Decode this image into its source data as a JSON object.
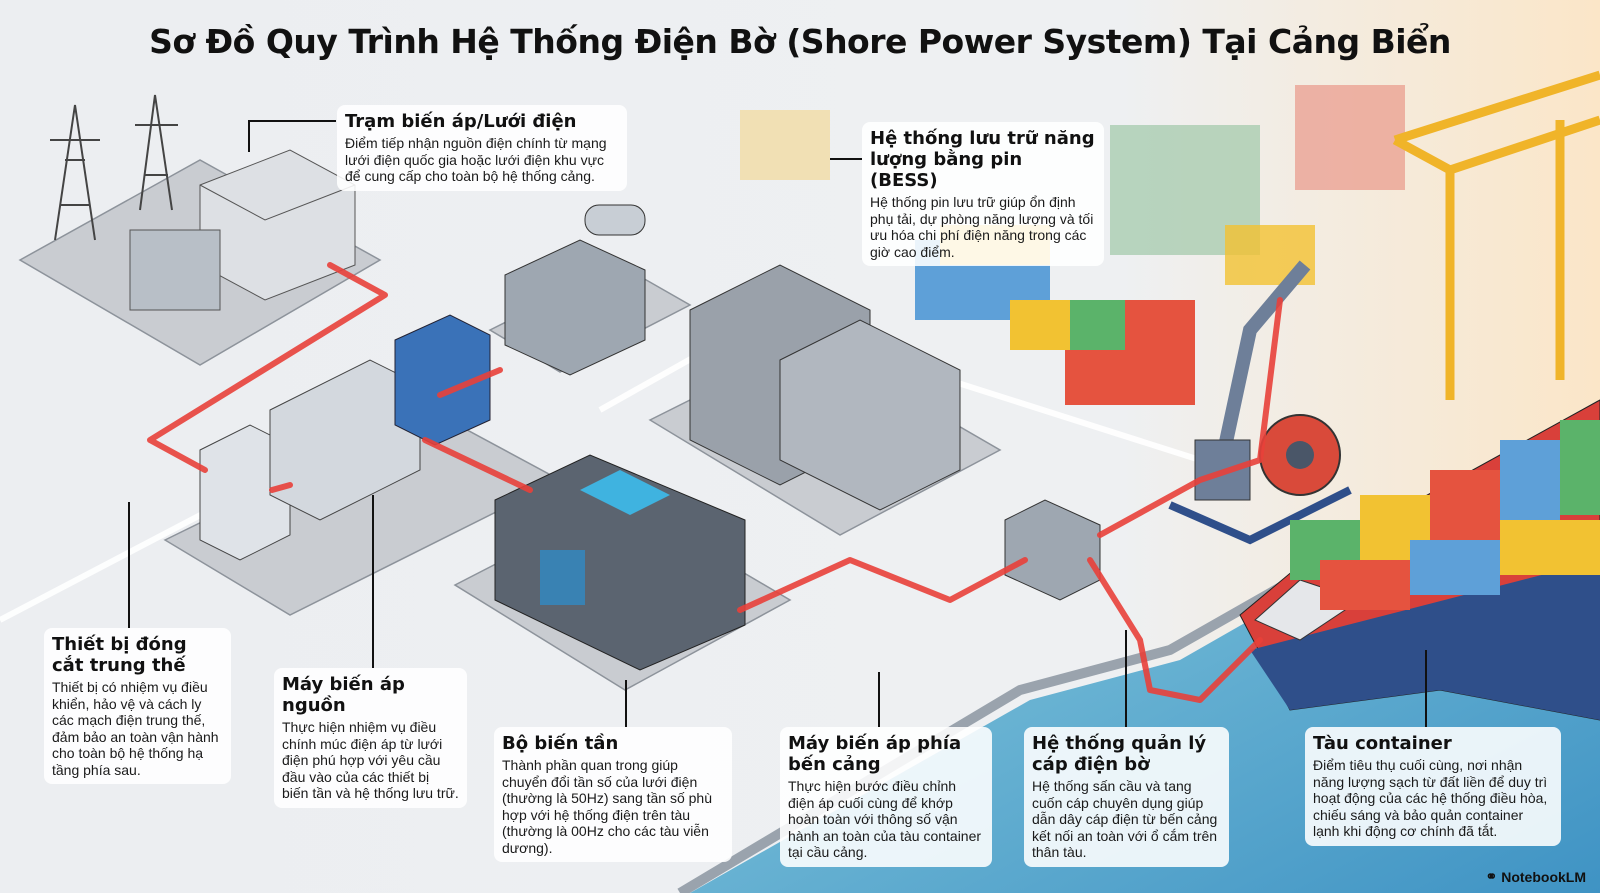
{
  "title": "Sơ Đồ Quy Trình Hệ Thống Điện Bờ (Shore Power System) Tại Cảng Biển",
  "components": {
    "substation": {
      "heading": "Trạm biến áp/Lưới điện",
      "text": "Điểm tiếp nhận nguồn điện chính từ mạng lưới điện quốc gia hoặc lưới điện khu vực để cung cấp cho toàn bộ hệ thống cảng."
    },
    "bess": {
      "heading": "Hệ thống lưu trữ năng lượng bằng pin (BESS)",
      "text": "Hệ thống pin lưu trữ giúp ổn định phụ tải, dự phòng năng lượng và tối ưu hóa chi phí điện năng trong các giờ cao điểm."
    },
    "switchgear": {
      "heading": "Thiết bị đóng cắt trung thế",
      "text": "Thiết bị có nhiệm vụ điều khiển, hảo vệ và cách ly các mạch điện trung thế, đảm bảo an toàn vận hành cho toàn bộ hệ thống hạ tầng phía sau."
    },
    "source_transformer": {
      "heading": "Máy biến áp nguồn",
      "text": "Thực hiện nhiệm vụ điều chính múc điện áp từ lưới điện phú hợp với yêu cầu đầu vào của các thiết bị biến tần và hệ thống lưu trữ."
    },
    "inverter": {
      "heading": "Bộ biến tần",
      "text": "Thành phần quan trong giúp chuyển đổi tần số của lưới điện (thường là 50Hz) sang tần số phù hợp với hệ thống điện trên tàu (thường là 00Hz cho các tàu viễn dương)."
    },
    "port_transformer": {
      "heading": "Máy biến áp phía bến cảng",
      "text": "Thực hiện bước điều chỉnh điện áp cuối cùng để khớp hoàn toàn với thông số vận hành an toàn của tàu container tại cầu cảng."
    },
    "cable_management": {
      "heading": "Hệ thống quản lý cáp điện bờ",
      "text": "Hệ thống sấn cầu và tang cuốn cáp chuyên dụng giúp dẫn dây cáp điện từ bến cảng kết nối an toàn với ổ cắm trên thân tàu."
    },
    "ship": {
      "heading": "Tàu container",
      "text": "Điểm tiêu thụ cuối cùng, nơi nhận năng lượng sạch từ đất liền để duy trì hoạt động của các hệ thống điều hòa, chiếu sáng và bảo quản container lạnh khi động cơ chính đã tắt."
    }
  },
  "watermark": "NotebookLM",
  "colors": {
    "cable": "#e8403a",
    "water": "#5fb3cf",
    "crane": "#f0b429",
    "hull_red": "#d9403a",
    "hull_blue": "#2f4f8a"
  }
}
